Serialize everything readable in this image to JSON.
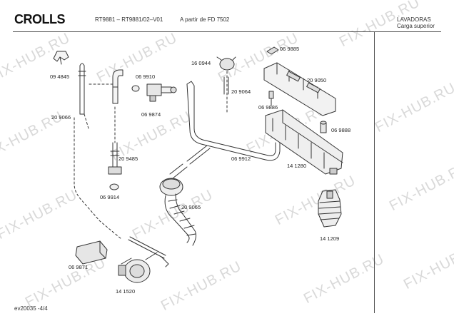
{
  "header": {
    "brand": "CROLLS",
    "model": "RT9881 – RT9881/02–V01",
    "from_note": "A partir de FD 7502",
    "category_line1": "LAVADORAS",
    "category_line2": "Carga superior"
  },
  "footer": {
    "code": "ev20035 -4/4"
  },
  "watermark": "FIX-HUB.RU",
  "parts": [
    "09 4845",
    "20 9066",
    "06 9910",
    "06 9874",
    "16 0944",
    "20 9064",
    "06 9885",
    "20 9050",
    "06 9886",
    "06 9888",
    "20 9485",
    "06 9914",
    "06 9912",
    "14 1280",
    "20 9065",
    "06 9871",
    "14 1520",
    "14 1209"
  ]
}
